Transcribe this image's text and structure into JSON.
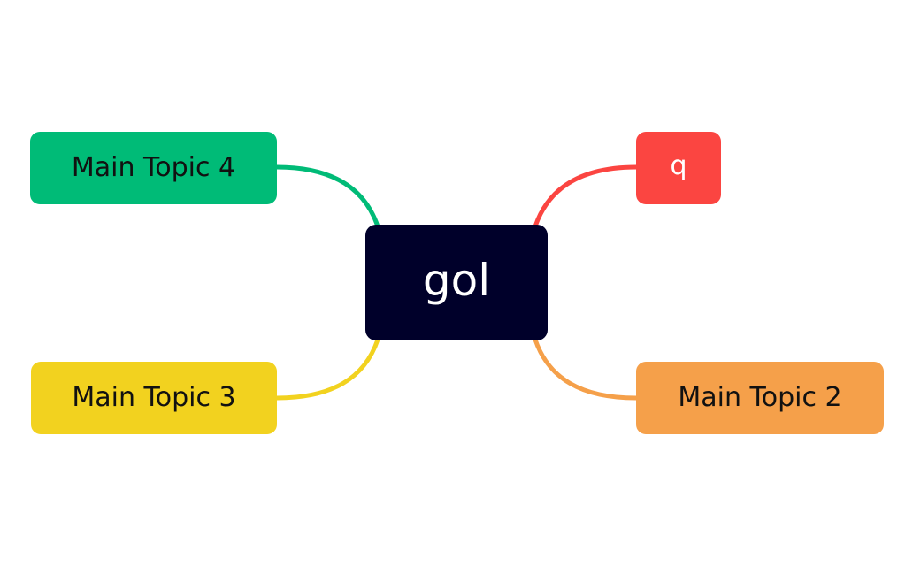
{
  "central_topic": {
    "label": "gol",
    "bg_color": "#00002a",
    "text_color": "#ffffff"
  },
  "topics": {
    "topic_4": {
      "label": "Main Topic 4",
      "bg_color": "#00bb77",
      "text_color": "#111111",
      "branch_color": "#00bb77"
    },
    "topic_q": {
      "label": "q",
      "bg_color": "#fb4541",
      "text_color": "#ffffff",
      "branch_color": "#fb4541"
    },
    "topic_3": {
      "label": "Main Topic 3",
      "bg_color": "#f2d21f",
      "text_color": "#111111",
      "branch_color": "#f2d21f"
    },
    "topic_2": {
      "label": "Main Topic 2",
      "bg_color": "#f5a04a",
      "text_color": "#111111",
      "branch_color": "#f5a04a"
    }
  }
}
